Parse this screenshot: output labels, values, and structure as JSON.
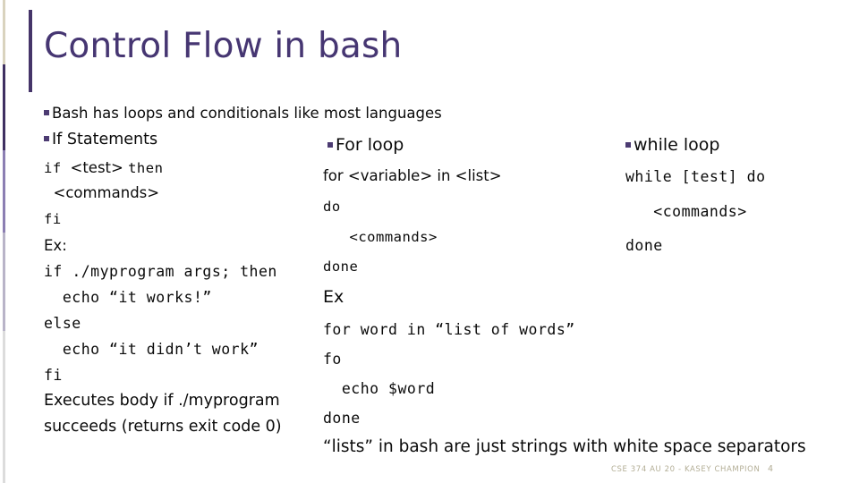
{
  "slide": {
    "title": "Control Flow in bash",
    "accent_color": "#463672",
    "bullet_color": "#4C3B72",
    "background_color": "#ffffff"
  },
  "intro": {
    "bullet_1": "Bash has loops and conditionals like most languages"
  },
  "left_column": {
    "heading": "If Statements",
    "lines": [
      {
        "mono_a": "if ",
        "sans_b": "<test> ",
        "mono_c": "then"
      },
      {
        "sans_b": "  <commands>"
      },
      {
        "mono_a": "fi"
      },
      {
        "sans_b": "Ex:"
      },
      {
        "mono_a": "if ",
        "mono_c": "./myprogram args; then"
      },
      {
        "mono_a": "  echo “it works!”"
      },
      {
        "mono_a": "else"
      },
      {
        "mono_a": "  echo “it didn’t work”"
      },
      {
        "mono_a": "fi"
      }
    ],
    "note_line_1": "Executes body if ./myprogram",
    "note_line_2": "succeeds (returns exit code 0)"
  },
  "middle_column": {
    "heading": "For loop",
    "syntax": [
      "for <variable> in <list>",
      "do",
      "   <commands>",
      "done"
    ],
    "example_label": "Ex",
    "example": [
      "for word in “list of words”",
      "fo",
      "  echo $word",
      "done"
    ]
  },
  "right_column": {
    "heading": "while loop",
    "syntax": [
      "while [test] do",
      "   <commands>",
      "done"
    ]
  },
  "footer": {
    "caption": "“lists” in bash are just strings with white space separators",
    "course_meta": "CSE 374 AU 20 - KASEY CHAMPION",
    "slide_number": "4"
  }
}
